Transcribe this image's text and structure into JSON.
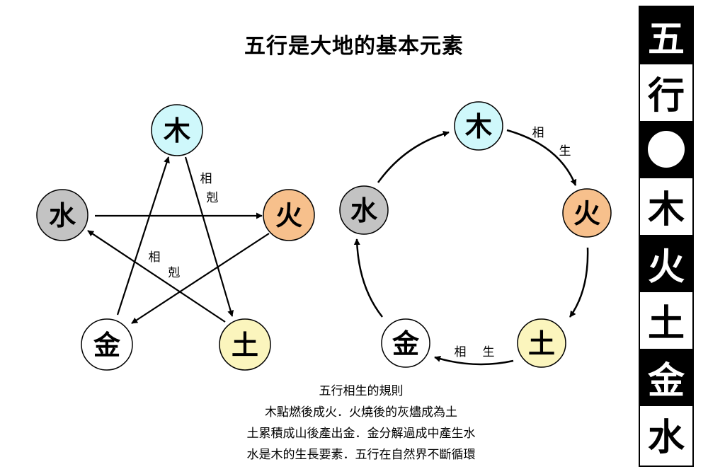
{
  "title": "五行是大地的基本元素",
  "elements": {
    "wood": {
      "label": "木",
      "color": "#cff8fb"
    },
    "fire": {
      "label": "火",
      "color": "#f7c08c"
    },
    "earth": {
      "label": "土",
      "color": "#fbf5bd"
    },
    "metal": {
      "label": "金",
      "color": "#ffffff"
    },
    "water": {
      "label": "水",
      "color": "#c3c3c3"
    }
  },
  "restrain_label": [
    "相",
    "剋"
  ],
  "generate_label": [
    "相",
    "生"
  ],
  "rules": {
    "title": "五行相生的規則",
    "lines": [
      "木點燃後成火．火燒後的灰燼成為土",
      "土累積成山後產出金．金分解過成中產生水",
      "水是木的生長要素．五行在自然界不斷循環"
    ]
  },
  "sidebar": [
    "五",
    "行",
    "●",
    "木",
    "火",
    "土",
    "金",
    "水"
  ]
}
